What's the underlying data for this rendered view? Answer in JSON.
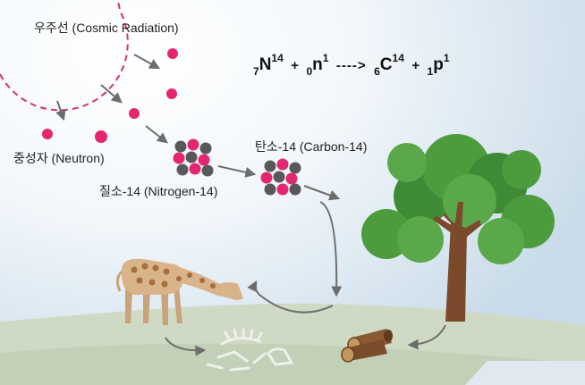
{
  "labels": {
    "cosmic_radiation": "우주선 (Cosmic Radiation)",
    "neutron": "중성자 (Neutron)",
    "nitrogen14": "질소-14 (Nitrogen-14)",
    "carbon14": "탄소-14 (Carbon-14)"
  },
  "equation": {
    "n_sub": "7",
    "n_symbol": "N",
    "n_sup": "14",
    "plus1": "+",
    "neutron_sub": "0",
    "neutron_symbol": "n",
    "neutron_sup": "1",
    "arrow": "---->",
    "c_sub": "6",
    "c_symbol": "C",
    "c_sup": "14",
    "plus2": "+",
    "p_sub": "1",
    "p_symbol": "p",
    "p_sup": "1"
  },
  "colors": {
    "neutron": "#e3266f",
    "nucleon_gray": "#585858",
    "radiation_dash": "#d6336c",
    "ground": "#cfdac5",
    "arrow": "#6d6d6d",
    "tree_leaves": "#4c9c3e",
    "trunk": "#7b4a2a",
    "giraffe": "#d9b48a"
  },
  "icons": [
    "cosmic-radiation-arc",
    "neutron-particle",
    "nitrogen-nucleus",
    "carbon-nucleus",
    "tree-icon",
    "giraffe-icon",
    "fossil-icon",
    "log-icon"
  ]
}
